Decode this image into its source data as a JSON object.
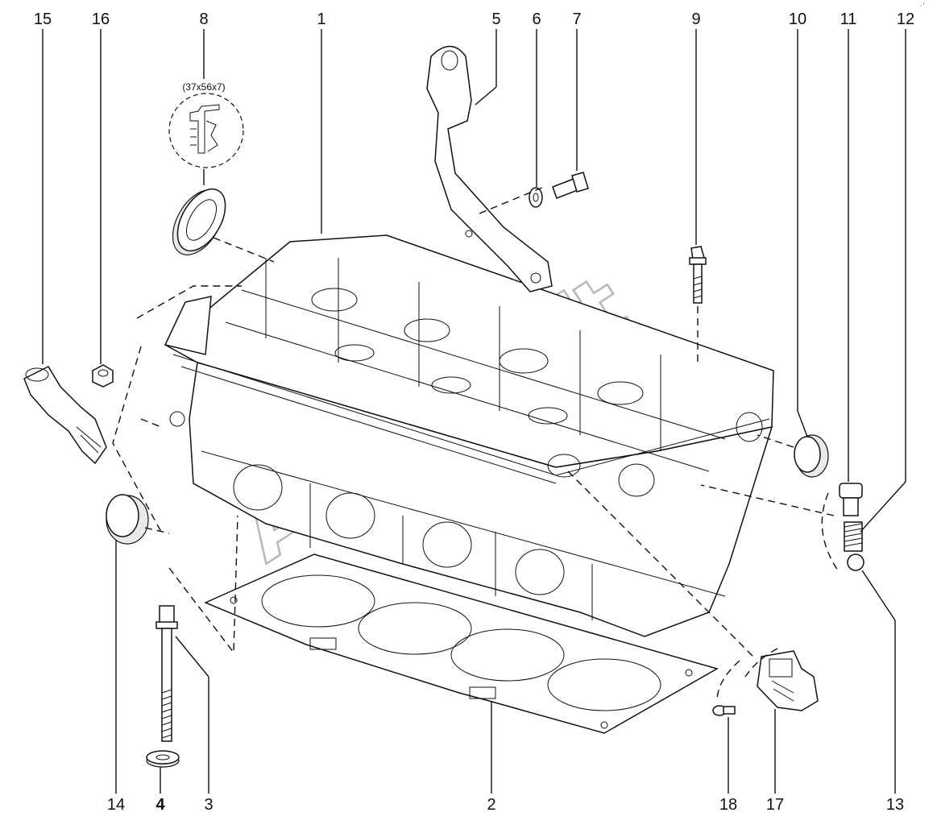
{
  "diagram": {
    "callouts": {
      "n1": "1",
      "n2": "2",
      "n3": "3",
      "n4": "4",
      "n5": "5",
      "n6": "6",
      "n7": "7",
      "n8": "8",
      "n9": "9",
      "n10": "10",
      "n11": "11",
      "n12": "12",
      "n13": "13",
      "n14": "14",
      "n15": "15",
      "n16": "16",
      "n17": "17",
      "n18": "18"
    },
    "seal_spec": "(37x56x7)",
    "watermark": "AutoSoft",
    "corner_mark": "·’"
  }
}
